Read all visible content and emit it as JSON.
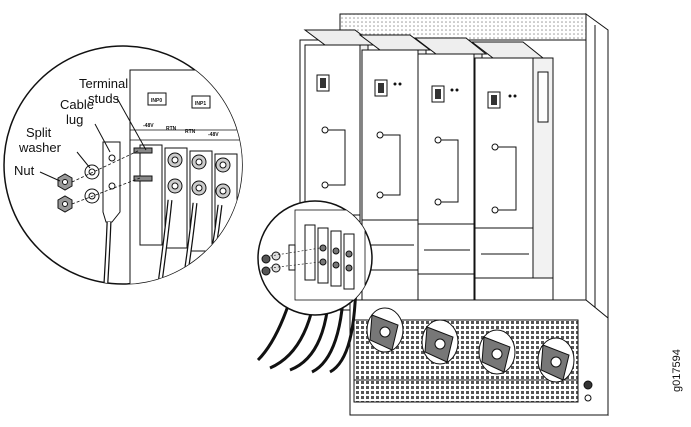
{
  "callouts": {
    "terminal_studs_line1": "Terminal",
    "terminal_studs_line2": "studs",
    "cable_lug_line1": "Cable",
    "cable_lug_line2": "lug",
    "split_washer_line1": "Split",
    "split_washer_line2": "washer",
    "nut": "Nut"
  },
  "panel_labels": {
    "inp0": "INP0",
    "inp1": "INP1",
    "neg48v_a": "-48V",
    "rtn_a": "RTN",
    "rtn_b": "RTN",
    "neg48v_b": "-48V"
  },
  "figure_id": "g017594"
}
